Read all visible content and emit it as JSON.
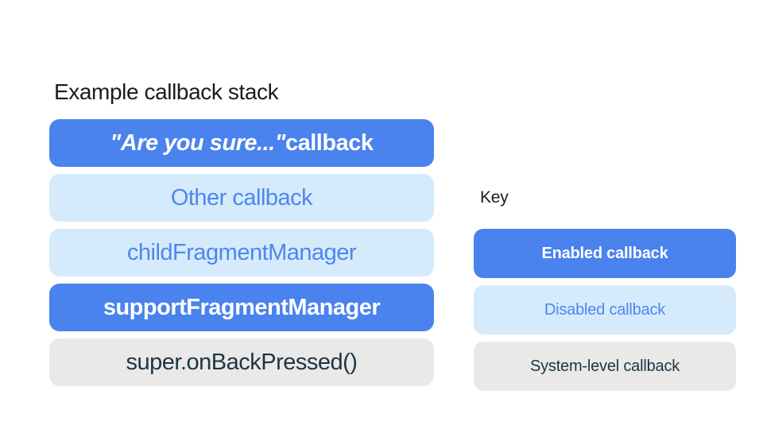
{
  "title": "Example callback stack",
  "stack": {
    "items": [
      {
        "label_quoted": "\"Are you sure...\"",
        "label_rest": " callback",
        "type": "enabled"
      },
      {
        "label": "Other callback",
        "type": "disabled"
      },
      {
        "label": "childFragmentManager",
        "type": "disabled"
      },
      {
        "label": "supportFragmentManager",
        "type": "enabled"
      },
      {
        "label": "super.onBackPressed()",
        "type": "system"
      }
    ]
  },
  "key": {
    "heading": "Key",
    "items": [
      {
        "label": "Enabled callback",
        "type": "enabled"
      },
      {
        "label": "Disabled callback",
        "type": "disabled"
      },
      {
        "label": "System-level callback",
        "type": "system"
      }
    ]
  },
  "colors": {
    "background": "#ffffff",
    "enabled_bg": "#4a82ee",
    "enabled_text": "#ffffff",
    "disabled_bg": "#d5ebfb",
    "disabled_text": "#4e86f0",
    "system_bg": "#e9e9e8",
    "system_text": "#1d3642",
    "title_text": "#1b1c1e"
  }
}
